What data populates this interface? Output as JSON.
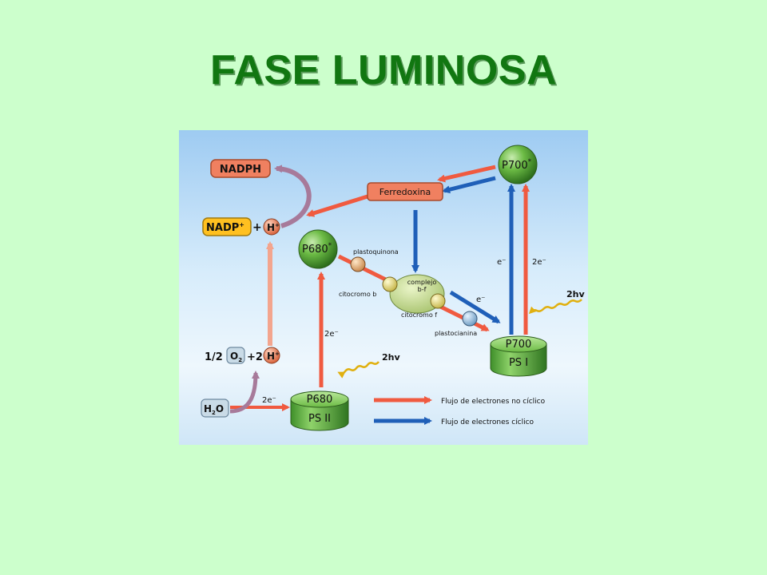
{
  "title": "FASE LUMINOSA",
  "diagram": {
    "nadph": "NADPH",
    "nadp_plus": "NADP",
    "nadp_sup": "+",
    "plus_sign": "+",
    "h": "H",
    "h_sup": "+",
    "ferredoxina": "Ferredoxina",
    "p700_star": "P700",
    "star": "*",
    "p680_star": "P680",
    "plastoquinona": "plastoquinona",
    "complejo_line1": "complejo",
    "complejo_line2": "b-f",
    "citocromo_b": "citocromo b",
    "citocromo_f": "citocromo f",
    "plastocianina": "plastocianina",
    "e_minus_left": "e⁻",
    "two_e_minus_right": "2e⁻",
    "e_minus_mid": "e⁻",
    "two_e_minus_ps2": "2e⁻",
    "two_hv_right": "2hv",
    "two_hv_bottom": "2hv",
    "half": "1/2",
    "o2_o": "O",
    "o2_sub": "2",
    "plus_two": "+2",
    "water_h": "H",
    "water_sub": "2",
    "water_o": "O",
    "two_e_minus_water": "2e⁻",
    "p700": "P700",
    "ps1": "PS I",
    "p680": "P680",
    "ps2": "PS II",
    "legend_noncyclic": "Flujo de electrones no cíclico",
    "legend_cyclic": "Flujo de electrones cíclico"
  },
  "colors": {
    "title": "#117711",
    "slide_bg": "#ccffcc",
    "red_arrow": "#f05a40",
    "blue_arrow": "#1f5fb8",
    "green_sphere": "#5aaa3a",
    "salmon_box": "#f08060",
    "yellow_box": "#ffc020"
  }
}
